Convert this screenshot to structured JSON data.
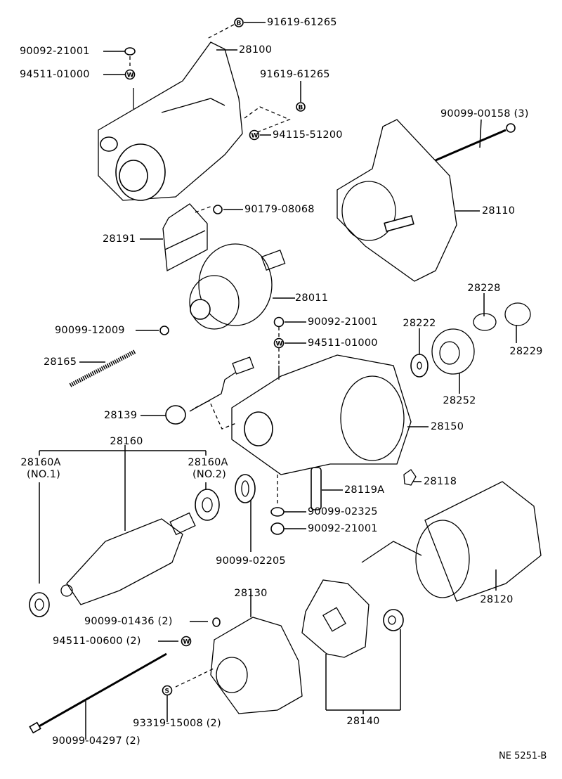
{
  "diagram": {
    "title": "Starter motor exploded parts diagram",
    "reference_code": "NE 5251-B",
    "symbols": {
      "bolt_marker": "B",
      "washer_marker": "W",
      "screw_marker": "S"
    },
    "labels": {
      "p91619_61265_top": "91619-61265",
      "p90092_21001_top": "90092-21001",
      "p28100": "28100",
      "p94511_01000_top": "94511-01000",
      "p91619_61265_mid": "91619-61265",
      "p94115_51200": "94115-51200",
      "p90099_00158": "90099-00158 (3)",
      "p28110": "28110",
      "p90179_08068": "90179-08068",
      "p28191": "28191",
      "p28011": "28011",
      "p90092_21001_mid": "90092-21001",
      "p94511_01000_mid": "94511-01000",
      "p90099_12009": "90099-12009",
      "p28165": "28165",
      "p28228": "28228",
      "p28222": "28222",
      "p28229": "28229",
      "p28252": "28252",
      "p28139": "28139",
      "p28150": "28150",
      "p28160": "28160",
      "p28160A_no1": "28160A",
      "p28160A_no1_sub": "(NO.1)",
      "p28160A_no2": "28160A",
      "p28160A_no2_sub": "(NO.2)",
      "p28119A": "28119A",
      "p28118": "28118",
      "p90099_02325": "90099-02325",
      "p90092_21001_low": "90092-21001",
      "p90099_02205": "90099-02205",
      "p28120": "28120",
      "p28130": "28130",
      "p90099_01436": "90099-01436 (2)",
      "p94511_00600": "94511-00600 (2)",
      "p93319_15008": "93319-15008 (2)",
      "p28140": "28140",
      "p90099_04297": "90099-04297 (2)"
    }
  }
}
